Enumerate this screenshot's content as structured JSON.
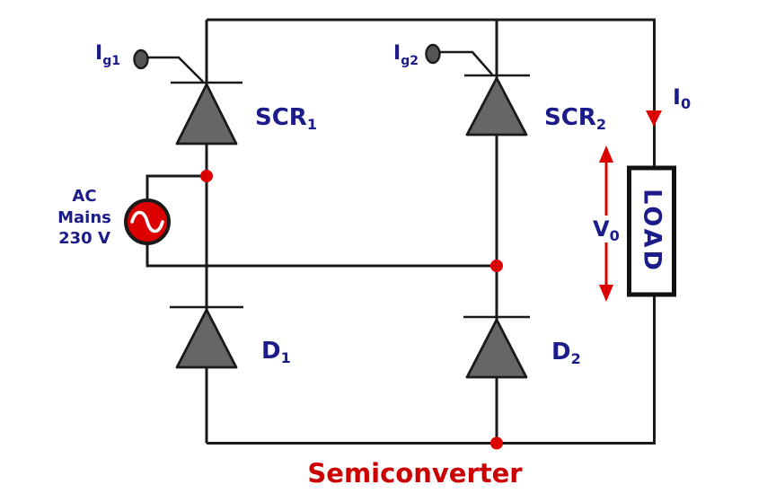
{
  "title": "Semiconverter",
  "colors": {
    "navy": "#1b1b8a",
    "red": "#cc0000",
    "bright_red": "#dd0000",
    "gray": "#666666",
    "wire": "#1a1a1a",
    "white": "#ffffff"
  },
  "source": {
    "line1": "AC",
    "line2": "Mains",
    "line3": "230 V"
  },
  "thyristors": {
    "scr1": {
      "name": "SCR",
      "sub": "1",
      "gate": {
        "main": "I",
        "sub": "g1"
      }
    },
    "scr2": {
      "name": "SCR",
      "sub": "2",
      "gate": {
        "main": "I",
        "sub": "g2"
      }
    }
  },
  "diodes": {
    "d1": {
      "name": "D",
      "sub": "1"
    },
    "d2": {
      "name": "D",
      "sub": "2"
    }
  },
  "load": {
    "label": "LOAD"
  },
  "outputs": {
    "current": {
      "main": "I",
      "sub": "0"
    },
    "voltage": {
      "main": "V",
      "sub": "0"
    }
  }
}
